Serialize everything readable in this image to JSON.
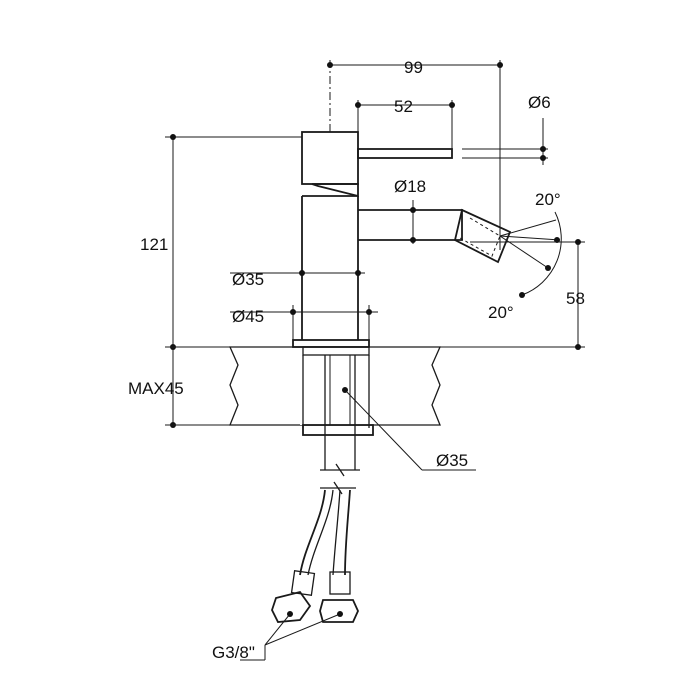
{
  "title": "Bidet mixer dimension drawing",
  "dimensions": {
    "overall_width": "99",
    "lever_length": "52",
    "lever_diameter": "Ø6",
    "spout_diameter": "Ø18",
    "angle_top": "20°",
    "angle_bottom": "20°",
    "overall_height": "121",
    "body_diameter": "Ø35",
    "base_diameter": "Ø45",
    "spout_height": "58",
    "max_counter_thickness": "MAX45",
    "shank_diameter": "Ø35",
    "connection_thread": "G3/8\""
  },
  "colors": {
    "line": "#1a1a1a",
    "background": "#ffffff"
  }
}
